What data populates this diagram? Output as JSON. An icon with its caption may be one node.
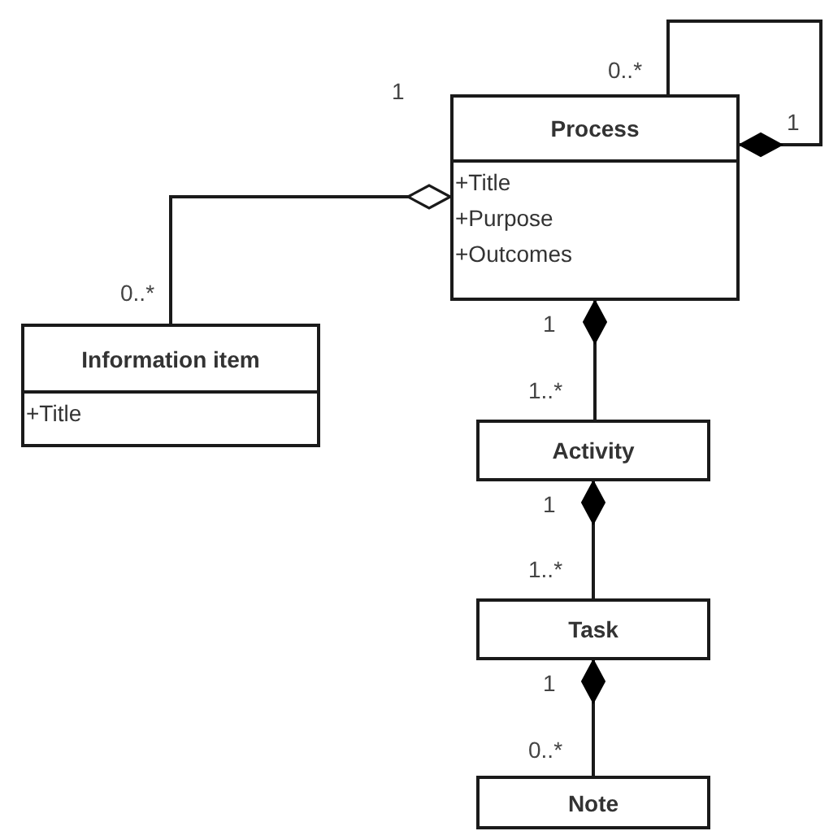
{
  "diagram": {
    "nodes": [
      {
        "text": [
          "Process",
          "+Title",
          "+Purpose",
          "+Outcomes"
        ]
      },
      {
        "text": [
          "Information item",
          "+Title"
        ]
      },
      {
        "text": [
          "Activity"
        ]
      },
      {
        "text": [
          "Task"
        ]
      },
      {
        "text": [
          "Note"
        ]
      }
    ],
    "edges": [
      {
        "from": 0,
        "to": 0,
        "arrow": "other"
      },
      {
        "from": 1,
        "to": 0,
        "arrow": "other"
      },
      {
        "from": 2,
        "to": 0,
        "arrow": "other"
      },
      {
        "from": 3,
        "to": 2,
        "arrow": "other"
      },
      {
        "from": 4,
        "to": 3,
        "arrow": "other"
      }
    ],
    "labels": [
      "0..*",
      "1",
      "1",
      "0..*",
      "1",
      "1..*",
      "1",
      "1..*",
      "1",
      "0..*"
    ]
  }
}
